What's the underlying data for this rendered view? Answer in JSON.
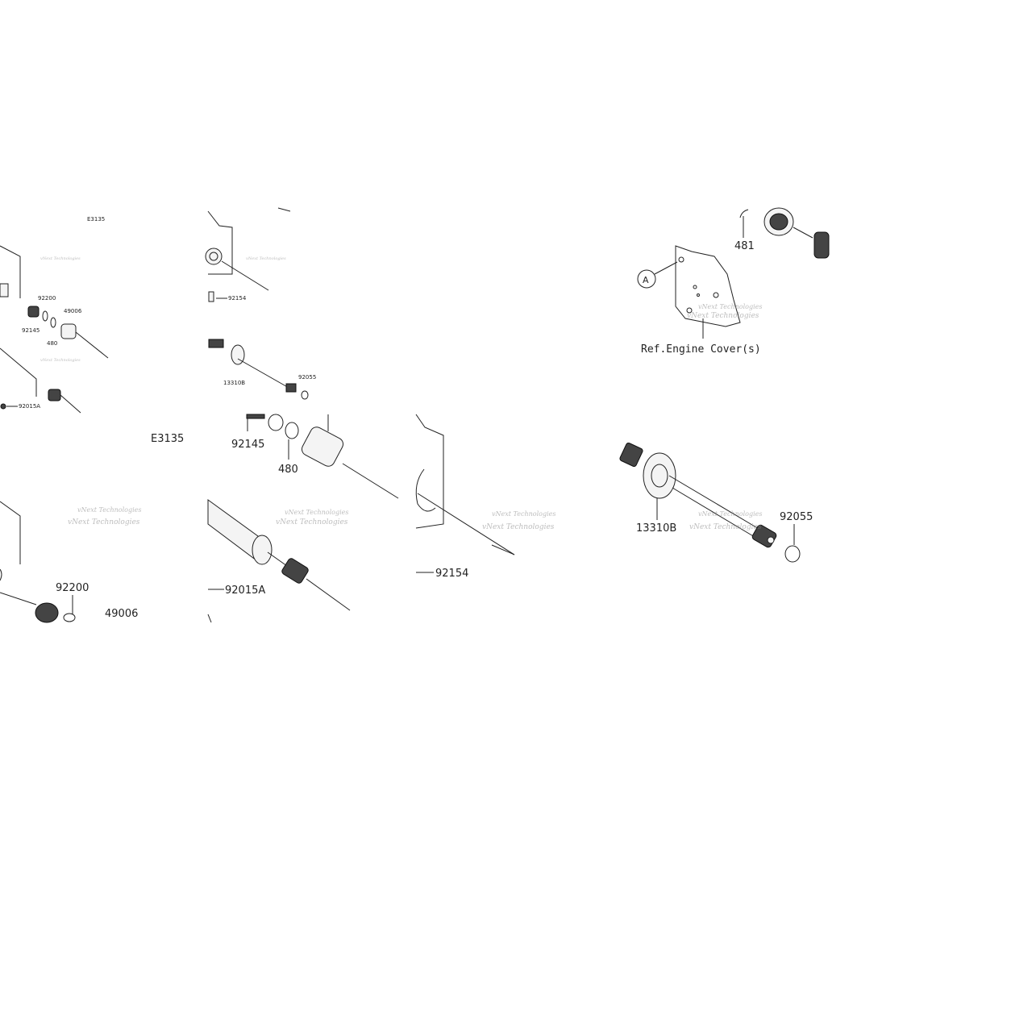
{
  "labels": {
    "e3135": "E3135",
    "p92200": "92200",
    "p92145": "92145",
    "p480": "480",
    "p49006": "49006",
    "p92015a": "92015A",
    "p92154": "92154",
    "p13310b": "13310B",
    "p92055": "92055",
    "p481": "481",
    "ref_a": "A",
    "ref_engine_cover": "Ref.Engine Cover(s)"
  },
  "watermark": {
    "line1": "vNext Technologies"
  }
}
